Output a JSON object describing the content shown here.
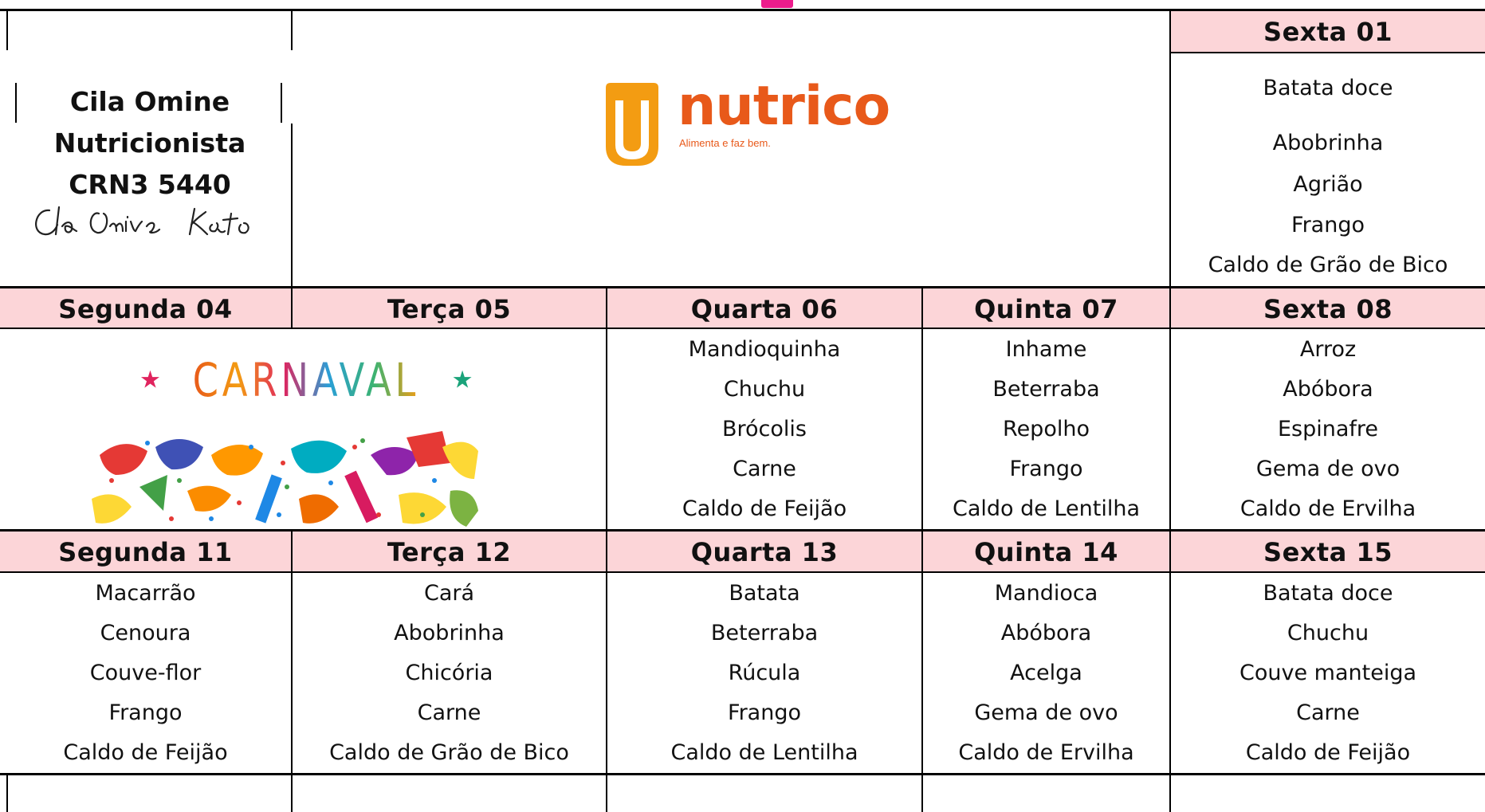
{
  "colors": {
    "header_bg": "#fcd5d8",
    "grid": "#000000",
    "logo_orange": "#f39c12",
    "logo_accent": "#e8591a",
    "title_accent": "#ec1c8c"
  },
  "identity": {
    "name": "Cila Omine",
    "profession": "Nutricionista",
    "registration": "CRN3 5440",
    "signature": "Cila Omine Kato"
  },
  "logo": {
    "brand": "nutrico",
    "tagline": "Alimenta e faz bem."
  },
  "carnaval": {
    "banner_text": "CARNAVAL"
  },
  "week0": {
    "friday": {
      "header": "Sexta 01",
      "items": [
        "Batata doce",
        "Abobrinha",
        "Agrião",
        "Frango",
        "Caldo de Grão de Bico"
      ]
    }
  },
  "week1": [
    {
      "header": "Segunda 04",
      "items": []
    },
    {
      "header": "Terça 05",
      "items": []
    },
    {
      "header": "Quarta 06",
      "items": [
        "Mandioquinha",
        "Chuchu",
        "Brócolis",
        "Carne",
        "Caldo de Feijão"
      ]
    },
    {
      "header": "Quinta 07",
      "items": [
        "Inhame",
        "Beterraba",
        "Repolho",
        "Frango",
        "Caldo de Lentilha"
      ]
    },
    {
      "header": "Sexta 08",
      "items": [
        "Arroz",
        "Abóbora",
        "Espinafre",
        "Gema de ovo",
        "Caldo de Ervilha"
      ]
    }
  ],
  "week2": [
    {
      "header": "Segunda 11",
      "items": [
        "Macarrão",
        "Cenoura",
        "Couve-flor",
        "Frango",
        "Caldo de Feijão"
      ]
    },
    {
      "header": "Terça 12",
      "items": [
        "Cará",
        "Abobrinha",
        "Chicória",
        "Carne",
        "Caldo de Grão de Bico"
      ]
    },
    {
      "header": "Quarta 13",
      "items": [
        "Batata",
        "Beterraba",
        "Rúcula",
        "Frango",
        "Caldo de Lentilha"
      ]
    },
    {
      "header": "Quinta 14",
      "items": [
        "Mandioca",
        "Abóbora",
        "Acelga",
        "Gema de ovo",
        "Caldo de Ervilha"
      ]
    },
    {
      "header": "Sexta 15",
      "items": [
        "Batata doce",
        "Chuchu",
        "Couve manteiga",
        "Carne",
        "Caldo de Feijão"
      ]
    }
  ]
}
